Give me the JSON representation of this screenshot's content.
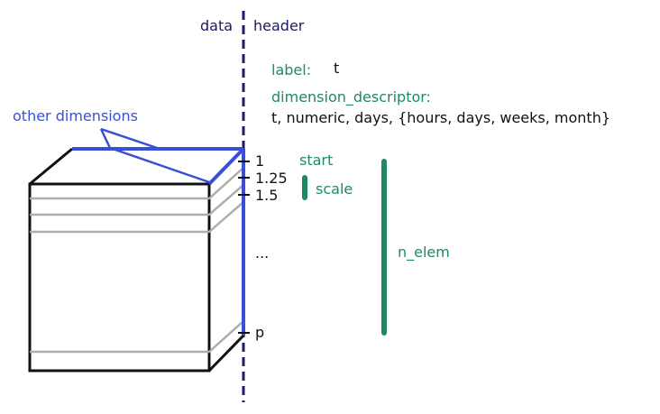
{
  "labels": {
    "data": "data",
    "header": "header",
    "label_key": "label:",
    "label_value": "t",
    "dimension_descriptor_key": "dimension_descriptor:",
    "dimension_descriptor_value": "t, numeric, days, {hours, days, weeks, month}",
    "other_dimensions": "other dimensions",
    "start": "start",
    "scale": "scale",
    "n_elem": "n_elem"
  },
  "ticks": [
    {
      "label": "1"
    },
    {
      "label": "1.25"
    },
    {
      "label": "1.5"
    },
    {
      "label": "..."
    },
    {
      "label": "p"
    }
  ],
  "colors": {
    "navy": "#1a1a66",
    "green": "#1f8a62",
    "blue": "#3a4fd8",
    "gray": "#a8b0ac",
    "black": "#111111"
  }
}
